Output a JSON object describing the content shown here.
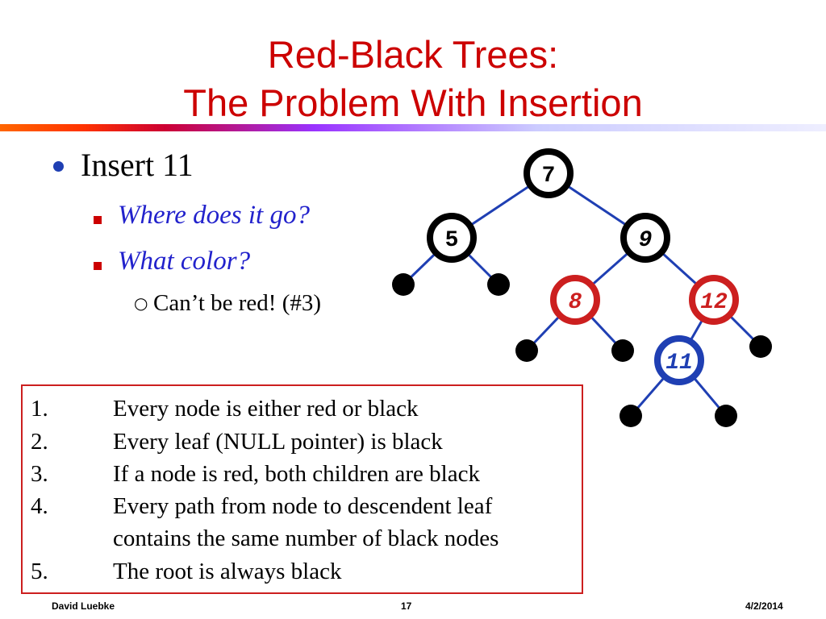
{
  "slide": {
    "title_line1": "Red-Black Trees:",
    "title_line2": "The Problem With Insertion"
  },
  "bullets": {
    "main": "Insert 11",
    "sub": [
      "Where does it go?",
      "What color?"
    ],
    "subsub": "Can’t be red! (#3)"
  },
  "properties": [
    {
      "num": "1.",
      "text": "Every node is either red or black"
    },
    {
      "num": "2.",
      "text": "Every leaf (NULL pointer) is black"
    },
    {
      "num": "3.",
      "text": "If a node is red, both children are black"
    },
    {
      "num": "4.",
      "text": "Every path from node to descendent leaf"
    },
    {
      "num": "",
      "text": "contains the same number of black nodes"
    },
    {
      "num": "5.",
      "text": "The root is always black"
    }
  ],
  "tree": {
    "colors": {
      "edge": "#1f3fb3",
      "black": "#000000",
      "red": "#cc1f1f",
      "blue": "#1f3fb3"
    },
    "nodes": [
      {
        "id": "n7",
        "label": "7",
        "color": "black"
      },
      {
        "id": "n5",
        "label": "5",
        "color": "black"
      },
      {
        "id": "n9",
        "label": "9",
        "color": "black"
      },
      {
        "id": "n8",
        "label": "8",
        "color": "red"
      },
      {
        "id": "n12",
        "label": "12",
        "color": "red"
      },
      {
        "id": "n11",
        "label": "11",
        "color": "blue"
      }
    ]
  },
  "footer": {
    "author": "David Luebke",
    "page": "17",
    "date": "4/2/2014"
  }
}
